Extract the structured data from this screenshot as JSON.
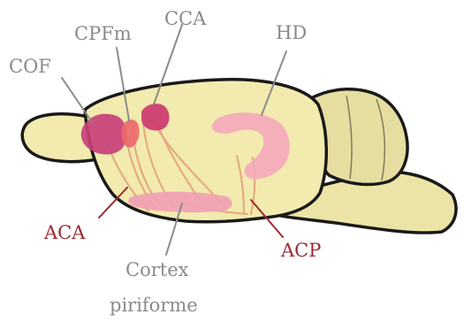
{
  "labels": {
    "cof": "COF",
    "cpfm": "CPFm",
    "cca": "CCA",
    "hd": "HD",
    "aca": "ACA",
    "acp": "ACP",
    "cortex_line1": "Cortex",
    "cortex_line2": "piriforme"
  },
  "colors": {
    "brain_fill": "#f2eaae",
    "cerebellum_fill": "#e6dda0",
    "outline": "#1a1a1a",
    "cof_region": "#c8407a",
    "cpfm_region": "#ec6a6a",
    "cca_region": "#cc3a6e",
    "hd_region": "#f4a8bc",
    "piriform_region": "#f1a0b4",
    "pathway": "#e3a07a",
    "label_gray": "#8a8a8a",
    "label_red": "#9b2a35",
    "leader_gray": "#8c8c8c",
    "leader_red": "#9b2a35"
  }
}
